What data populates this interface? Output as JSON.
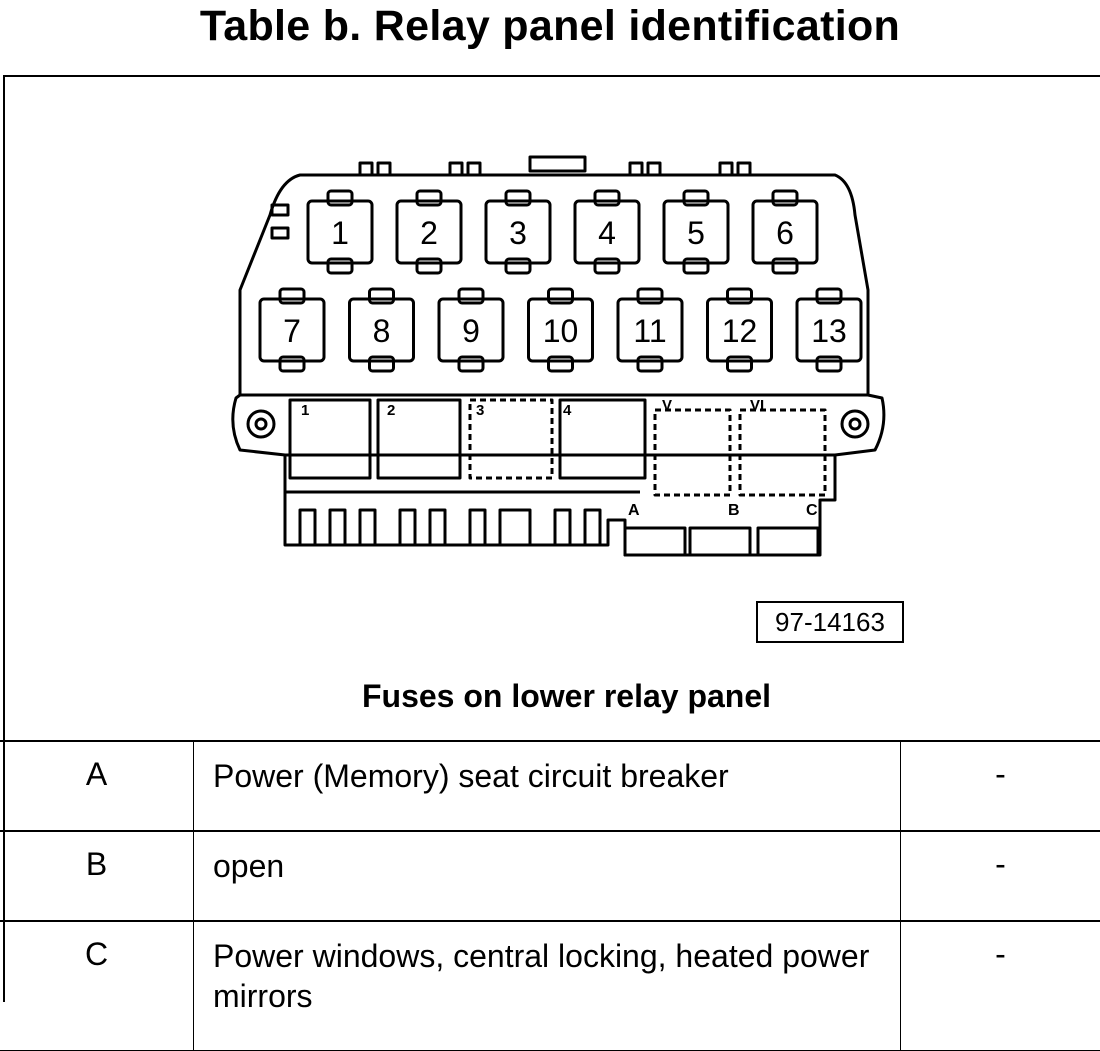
{
  "title": "Table b.  Relay panel identification",
  "figure_id": "97-14163",
  "subtitle": "Fuses on lower relay panel",
  "relays_top": [
    "1",
    "2",
    "3",
    "4",
    "5",
    "6"
  ],
  "relays_bottom": [
    "7",
    "8",
    "9",
    "10",
    "11",
    "12",
    "13"
  ],
  "fuse_labels": [
    "A",
    "B",
    "C"
  ],
  "rows": [
    {
      "id": "A",
      "description": "Power (Memory) seat circuit breaker",
      "value": "-"
    },
    {
      "id": "B",
      "description": "open",
      "value": "-"
    },
    {
      "id": "C",
      "description": "Power windows, central locking, heated power mirrors",
      "value": "-"
    }
  ]
}
